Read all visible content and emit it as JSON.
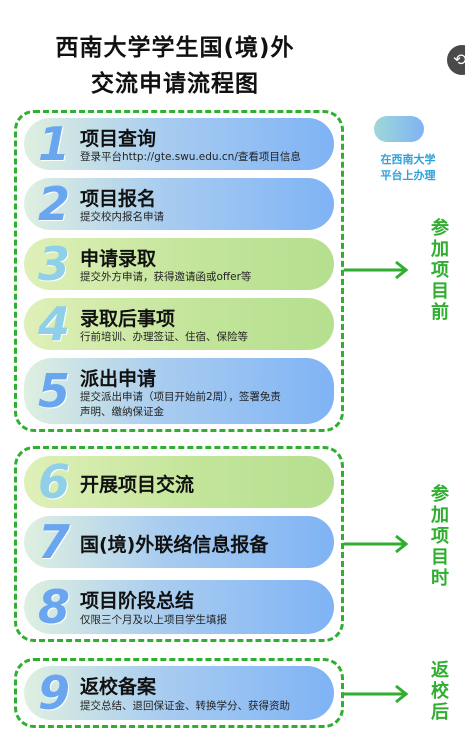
{
  "title_line1": "西南大学学生国(境)外",
  "title_line2": "交流申请流程图",
  "legend_text_line1": "在西南大学",
  "legend_text_line2": "平台上办理",
  "phases": {
    "before": "参加项目前",
    "during": "参加项目时",
    "after": "返校后"
  },
  "steps": [
    {
      "num": "1",
      "title": "项目查询",
      "desc": "登录平台http://gte.swu.edu.cn/查看项目信息"
    },
    {
      "num": "2",
      "title": "项目报名",
      "desc": "提交校内报名申请"
    },
    {
      "num": "3",
      "title": "申请录取",
      "desc": "提交外方申请，获得邀请函或offer等"
    },
    {
      "num": "4",
      "title": "录取后事项",
      "desc": "行前培训、办理签证、住宿、保险等"
    },
    {
      "num": "5",
      "title": "派出申请",
      "desc_line1": "提交派出申请（项目开始前2周），签署免责",
      "desc_line2": "声明、缴纳保证金"
    },
    {
      "num": "6",
      "title": "开展项目交流"
    },
    {
      "num": "7",
      "title": "国(境)外联络信息报备"
    },
    {
      "num": "8",
      "title": "项目阶段总结",
      "desc": "仅限三个月及以上项目学生填报"
    },
    {
      "num": "9",
      "title": "返校备案",
      "desc": "提交总结、退回保证金、转换学分、获得资助"
    }
  ],
  "colors": {
    "dashed_border": "#2fae2f",
    "platform_blue": "#7fb3f5",
    "offline_green": "#b5df8f",
    "legend_text": "#2fa0d8"
  }
}
